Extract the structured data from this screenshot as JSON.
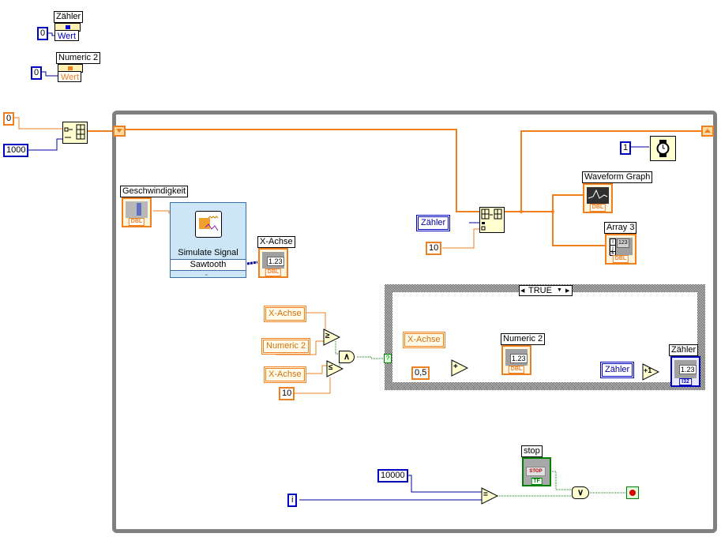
{
  "property_nodes": [
    {
      "label": "Zähler",
      "property": "Wert",
      "input": "0",
      "color": "#0000c0"
    },
    {
      "label": "Numeric 2",
      "property": "Wert",
      "input": "0",
      "color": "#ee8020"
    }
  ],
  "array_init": {
    "value": "0",
    "size": "1000"
  },
  "simulate_signal": {
    "control_label": "Geschwindigkeit",
    "control_type": "DBL",
    "title": "Simulate Signal",
    "output": "Sawtooth",
    "indicator_label": "X-Achse",
    "indicator_value": "1.23",
    "indicator_type": "DBL"
  },
  "replace_subset": {
    "index_local": "Zähler",
    "constant": "10"
  },
  "graph": {
    "label": "Waveform Graph",
    "type": "DBL"
  },
  "array3": {
    "label": "Array 3",
    "value": "123",
    "indices": [
      "i",
      "j",
      "k"
    ],
    "type": "DBL"
  },
  "wait": {
    "constant": "1"
  },
  "compare": {
    "locals": [
      "X-Achse",
      "Numeric 2",
      "X-Achse"
    ],
    "constant": "10",
    "op1": "≥",
    "op2": "≤",
    "and_op": "∧",
    "selector": "?"
  },
  "case": {
    "selector": "TRUE",
    "add_local": "X-Achse",
    "add_const": "0,5",
    "add_op": "+",
    "numeric2_label": "Numeric 2",
    "numeric2_value": "1.23",
    "numeric2_type": "DBL",
    "counter_local": "Zähler",
    "inc_op": "+1",
    "counter_label": "Zähler",
    "counter_value": "1.23",
    "counter_type": "I32"
  },
  "stop": {
    "label": "stop",
    "button": "STOP",
    "type": "TF",
    "limit": "10000",
    "iteration": "i",
    "eq_op": "=",
    "or_op": "∨"
  },
  "colors": {
    "orange_wire": "#ee8020",
    "blue_wire": "#0000a0",
    "bool_wire": "#008000",
    "frame": "#808080",
    "node_bg": "#ffffd0"
  }
}
